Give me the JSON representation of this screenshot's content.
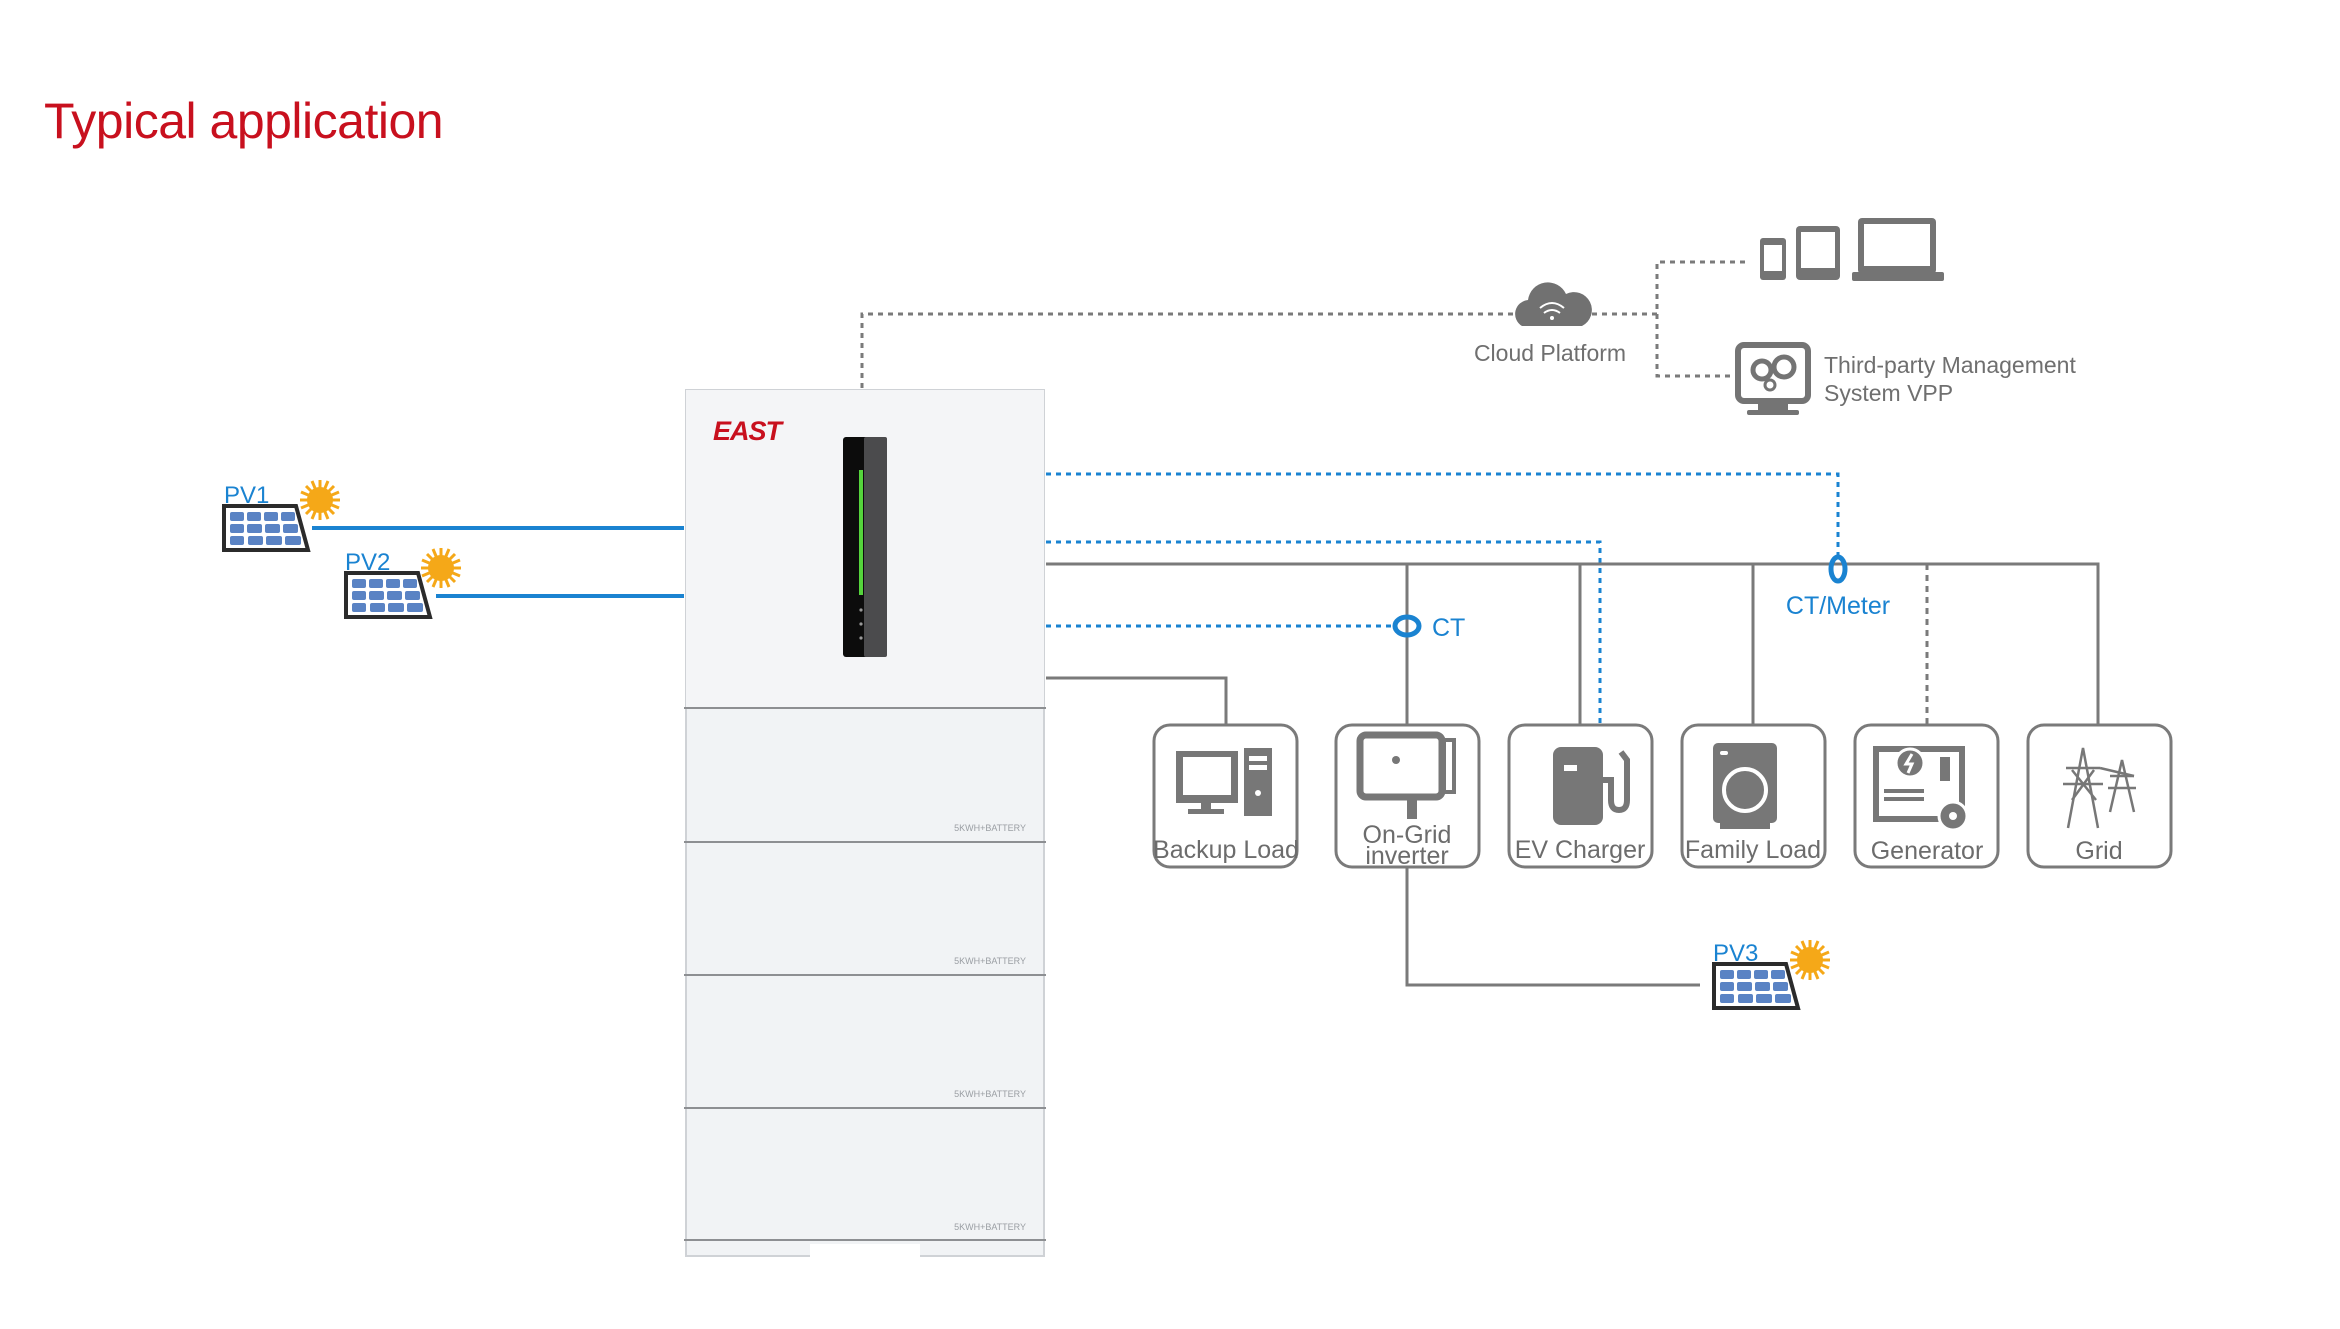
{
  "title": "Typical application",
  "brand": {
    "logo_text": "EAST",
    "color_brand": "#c8101e",
    "color_accent_blue": "#1a83d1",
    "color_line_gray": "#7a7a7a",
    "color_indicator_green": "#55d43c"
  },
  "pv_sources": [
    {
      "label": "PV1"
    },
    {
      "label": "PV2"
    },
    {
      "label": "PV3"
    }
  ],
  "device": {
    "battery_modules": [
      {
        "label": "5KWH+BATTERY"
      },
      {
        "label": "5KWH+BATTERY"
      },
      {
        "label": "5KWH+BATTERY"
      },
      {
        "label": "5KWH+BATTERY"
      }
    ]
  },
  "cloud": {
    "label": "Cloud Platform",
    "icon": "cloud-wifi-icon"
  },
  "remote": {
    "devices_icons": [
      "smartphone-icon",
      "tablet-icon",
      "laptop-icon"
    ],
    "vpp_label_line1": "Third-party Management",
    "vpp_label_line2": "System VPP",
    "vpp_icon": "monitor-gears-icon"
  },
  "sensors": {
    "ct_label": "CT",
    "ct_meter_label": "CT/Meter"
  },
  "loads": [
    {
      "label": "Backup Load",
      "icon": "computer-icon"
    },
    {
      "label_line1": "On-Grid",
      "label_line2": "inverter",
      "icon": "inverter-icon"
    },
    {
      "label": "EV Charger",
      "icon": "ev-charger-icon"
    },
    {
      "label": "Family Load",
      "icon": "washing-machine-icon"
    },
    {
      "label": "Generator",
      "icon": "generator-icon"
    },
    {
      "label": "Grid",
      "icon": "power-tower-icon"
    }
  ]
}
